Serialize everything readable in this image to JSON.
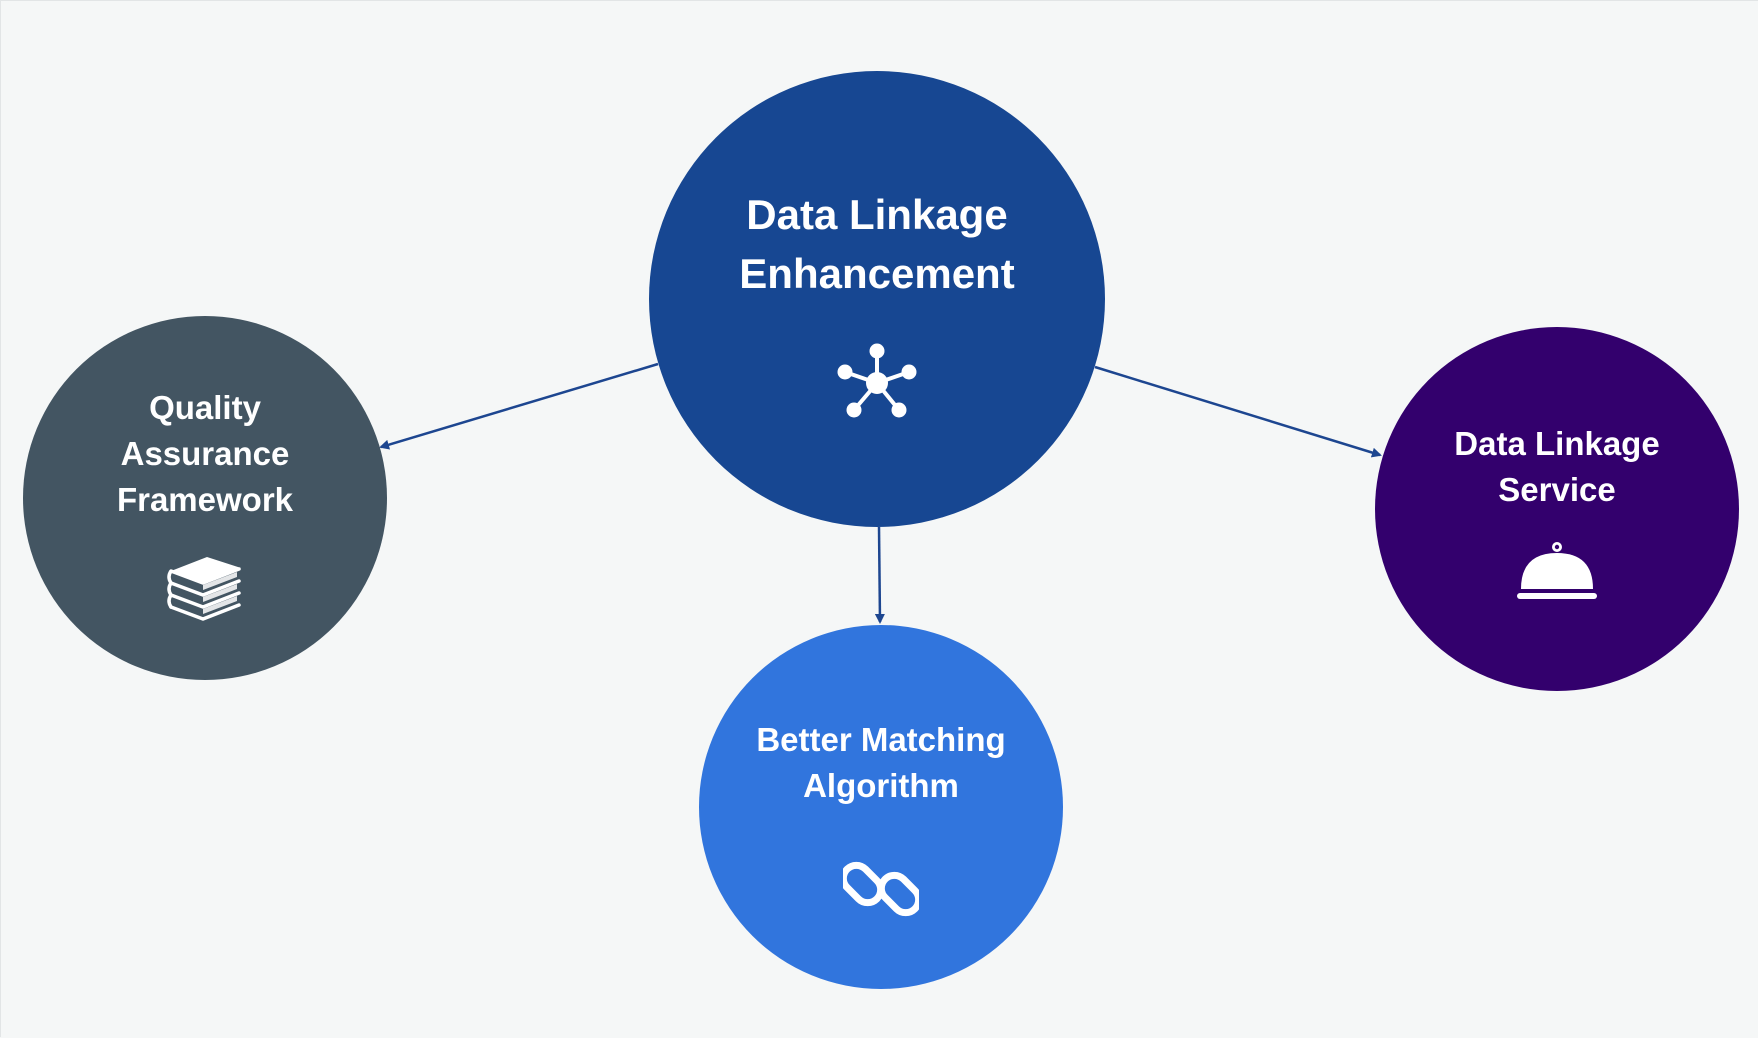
{
  "diagram": {
    "nodes": [
      {
        "id": "center",
        "label_line1": "Data Linkage",
        "label_line2": "Enhancement",
        "color": "#174792",
        "icon": "network-hub-icon"
      },
      {
        "id": "left",
        "label_line1": "Quality",
        "label_line2": "Assurance",
        "label_line3": "Framework",
        "color": "#435562",
        "icon": "stacked-books-icon"
      },
      {
        "id": "bottom",
        "label_line1": "Better Matching",
        "label_line2": "Algorithm",
        "color": "#3175dd",
        "icon": "chain-link-icon"
      },
      {
        "id": "right",
        "label_line1": "Data Linkage",
        "label_line2": "Service",
        "color": "#33006d",
        "icon": "service-bell-icon"
      }
    ],
    "edges": [
      {
        "from": "center",
        "to": "left"
      },
      {
        "from": "center",
        "to": "bottom"
      },
      {
        "from": "center",
        "to": "right"
      }
    ],
    "edge_color": "#1d4690",
    "background": "#f5f7f7"
  }
}
